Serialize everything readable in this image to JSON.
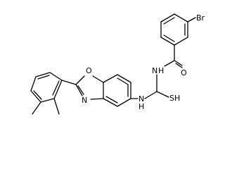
{
  "atoms": {
    "bromine": "Br",
    "benzoxazole_oxygen": "O",
    "benzoxazole_nitrogen": "N",
    "amide_oxygen": "O",
    "amide_nitrogen": "N",
    "amide_hydrogen": "H",
    "thiourea_nitrogen": "N",
    "thiourea_hydrogen": "H",
    "thiol": "SH"
  }
}
